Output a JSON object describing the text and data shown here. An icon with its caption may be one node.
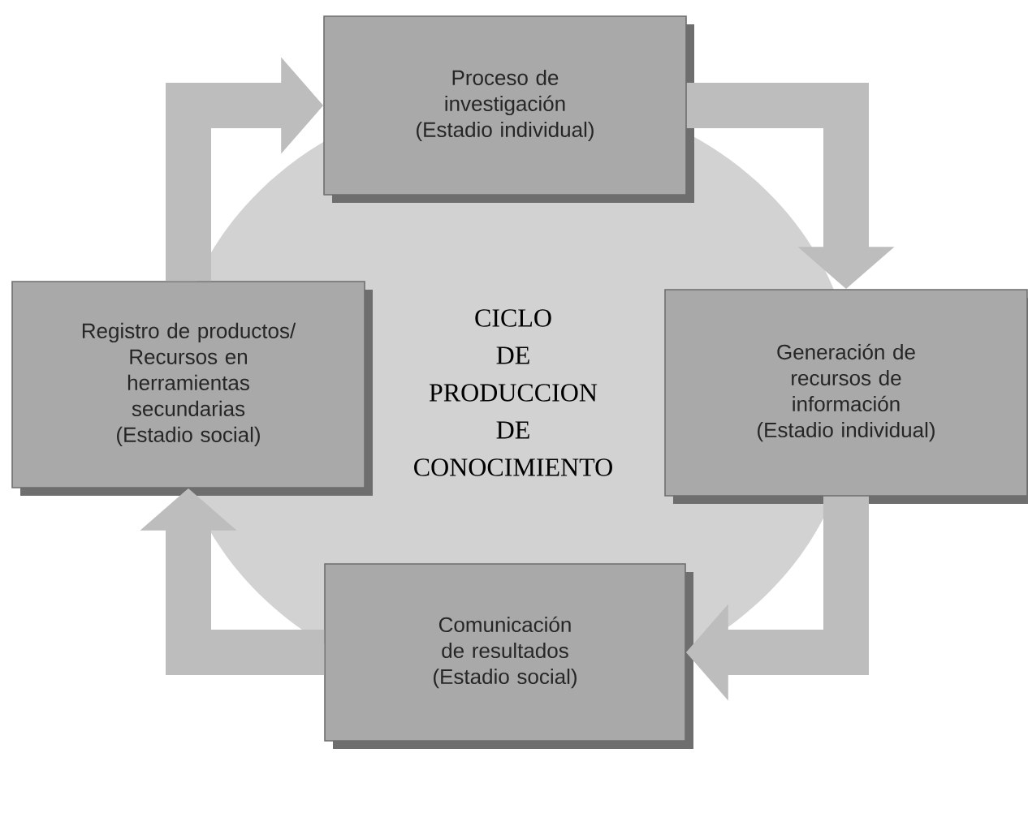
{
  "diagram": {
    "nodes": [
      {
        "text": [
          "CICLO DE PRODUCCION DE CONOCIMIENTO"
        ]
      },
      {
        "text": [
          "Proceso de investigación (Estadio individual)"
        ]
      },
      {
        "text": [
          "Registro de productos/ Recursos en herramientas secundarias (Estadio social)"
        ]
      },
      {
        "text": [
          "Generación de recursos de información (Estadio individual)"
        ]
      },
      {
        "text": [
          "Comunicación de resultados (Estadio social)"
        ]
      }
    ],
    "edges": [
      {
        "from": 2,
        "to": 1,
        "arrow": "to"
      },
      {
        "from": 1,
        "to": 3,
        "arrow": "to"
      },
      {
        "from": 3,
        "to": 4,
        "arrow": "to"
      },
      {
        "from": 4,
        "to": 2,
        "arrow": "to"
      }
    ]
  }
}
